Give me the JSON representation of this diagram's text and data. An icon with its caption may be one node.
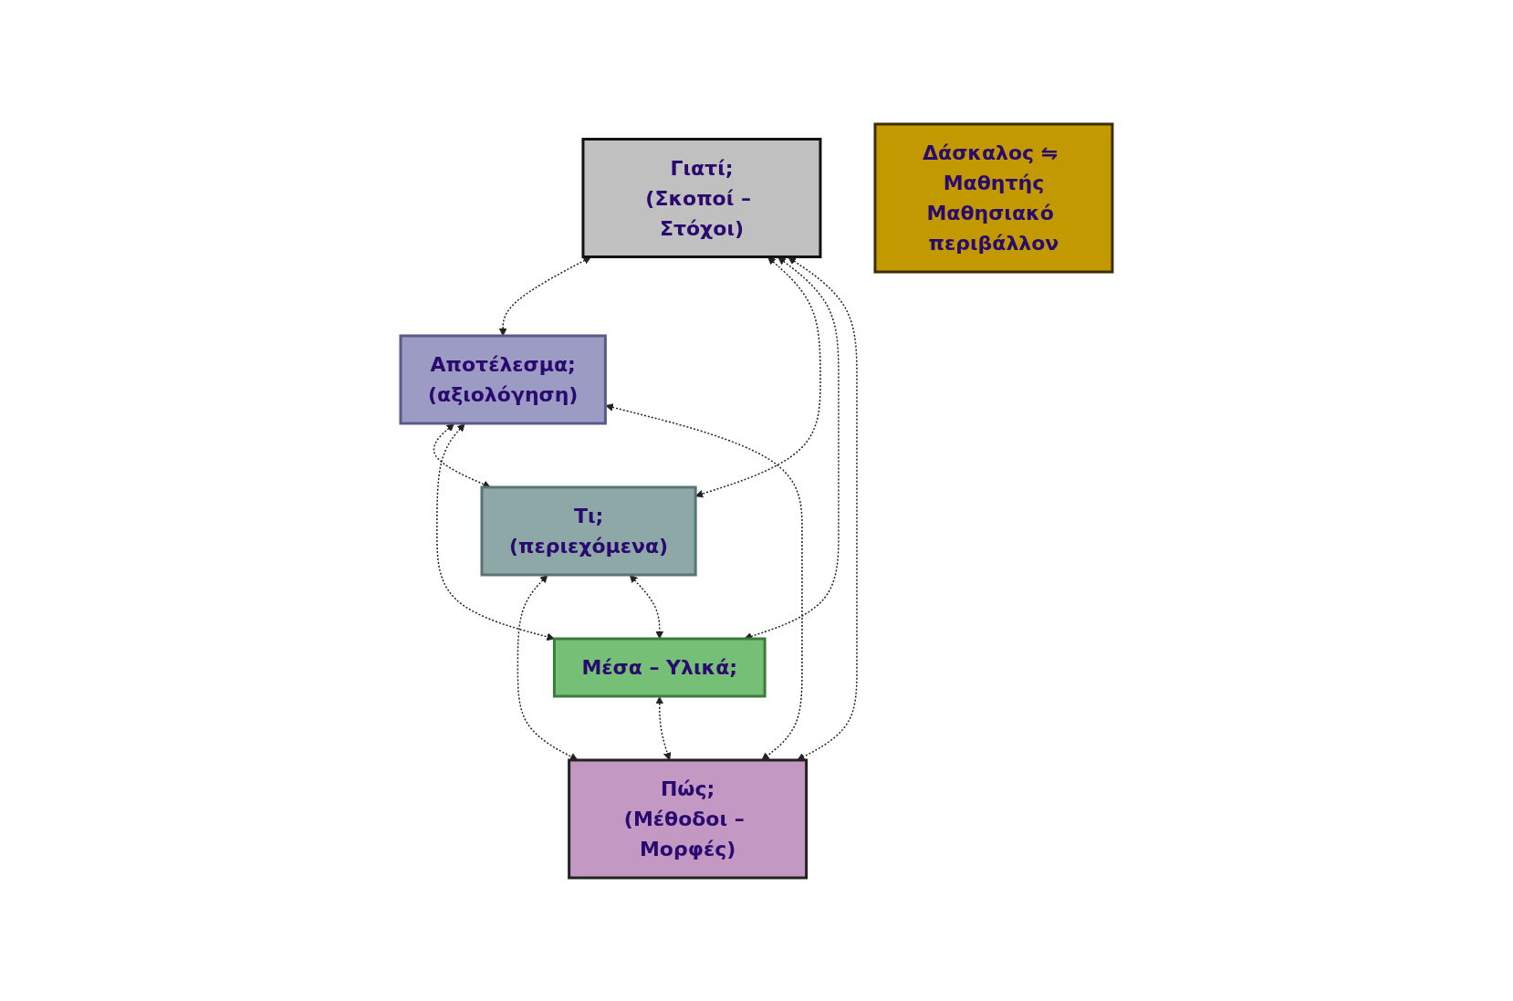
{
  "diagram": {
    "nodes": [
      {
        "text": [
          "Γιατί;",
          "(Σκοποί – Στόχοι)"
        ]
      },
      {
        "text": [
          "Αποτέλεσμα;",
          "(αξιολόγηση)"
        ]
      },
      {
        "text": [
          "Τι;",
          "(περιεχόμενα)"
        ]
      },
      {
        "text": [
          "Δάσκαλος ⇋ Μαθητής",
          "Μαθησιακό περιβάλλον"
        ]
      },
      {
        "text": [
          "Μέσα – Υλικά;"
        ]
      },
      {
        "text": [
          "Πώς;",
          "(Μέθοδοι – Μορφές)"
        ]
      }
    ],
    "edges": [
      {
        "from": 0,
        "to": 1,
        "arrow": "both",
        "style": "dashed"
      },
      {
        "from": 0,
        "to": 2,
        "arrow": "both",
        "style": "dashed"
      },
      {
        "from": 1,
        "to": 2,
        "arrow": "both",
        "style": "dashed"
      },
      {
        "from": 0,
        "to": 4,
        "arrow": "both",
        "style": "dashed"
      },
      {
        "from": 0,
        "to": 5,
        "arrow": "both",
        "style": "dashed"
      },
      {
        "from": 1,
        "to": 4,
        "arrow": "both",
        "style": "dashed"
      },
      {
        "from": 2,
        "to": 5,
        "arrow": "both",
        "style": "dashed"
      },
      {
        "from": 1,
        "to": 5,
        "arrow": "both",
        "style": "dashed"
      },
      {
        "from": 2,
        "to": 4,
        "arrow": "both",
        "style": "dashed"
      },
      {
        "from": 4,
        "to": 5,
        "arrow": "both",
        "style": "dashed"
      }
    ]
  }
}
